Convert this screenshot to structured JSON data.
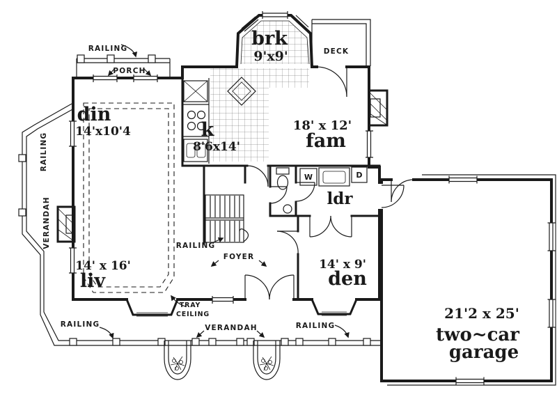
{
  "plan": {
    "ink_color": "#1a1a1a",
    "background_color": "#ffffff",
    "rooms": {
      "brk": {
        "name": "brk",
        "dims": "9'x9'"
      },
      "deck": {
        "name": "DECK"
      },
      "porch": {
        "name": "PORCH"
      },
      "din": {
        "name": "din",
        "dims": "14'x10'4"
      },
      "kitchen": {
        "name": "k",
        "dims": "8'6x14'"
      },
      "fam": {
        "name": "fam",
        "dims": "18' x 12'"
      },
      "ldr": {
        "name": "ldr"
      },
      "foyer": {
        "name": "FOYER"
      },
      "liv": {
        "name": "liv",
        "dims": "14' x 16'"
      },
      "den": {
        "name": "den",
        "dims": "14' x 9'"
      },
      "garage": {
        "name_line1": "two~car",
        "name_line2": "garage",
        "dims": "21'2 x 25'"
      }
    },
    "annotations": {
      "railing_top": "RAILING",
      "railing_left": "RAILING",
      "verandah_left": "VERANDAH",
      "railing_stair": "RAILING",
      "tray_line1": "TRAY",
      "tray_line2": "CEILING",
      "railing_bottom_left": "RAILING",
      "verandah_bottom": "VERANDAH",
      "railing_bottom_right": "RAILING"
    },
    "appliances": {
      "washer": "W",
      "dryer": "D"
    }
  }
}
